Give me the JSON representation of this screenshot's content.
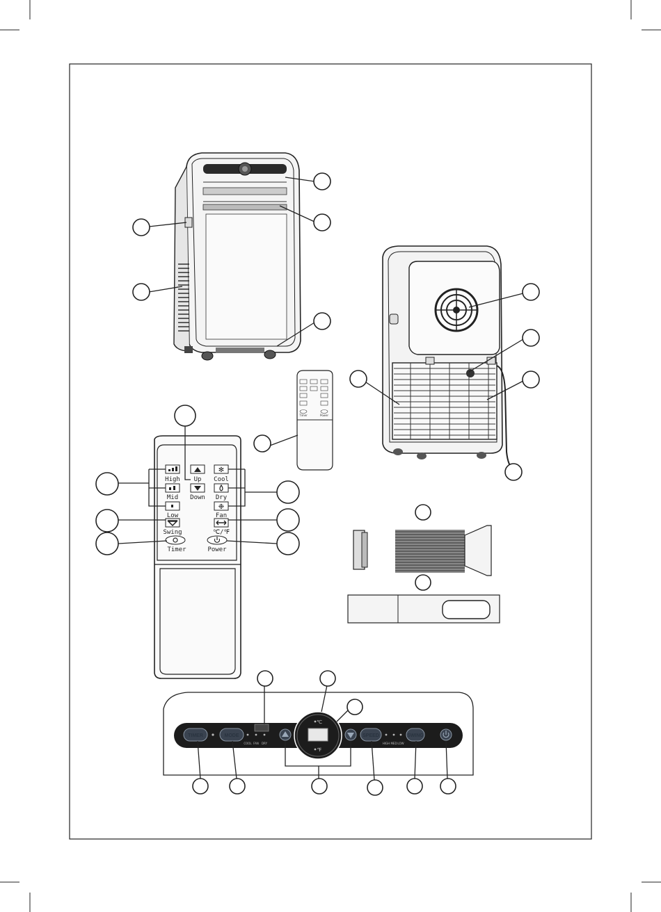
{
  "remote": {
    "high": "High",
    "mid": "Mid",
    "low": "Low",
    "up": "Up",
    "down": "Down",
    "cool": "Cool",
    "dry": "Dry",
    "fan": "Fan",
    "swing": "Swing",
    "temp_unit": "℃/℉",
    "timer": "Timer",
    "power": "Power"
  },
  "panel": {
    "timer": "TIMER",
    "mode": "MODE",
    "speed": "SPEED",
    "swing": "SWING",
    "mode_cool": "COOL",
    "mode_fan": "FAN",
    "mode_dry": "DRY",
    "speed_high": "HIGH",
    "speed_med": "MED",
    "speed_low": "LOW",
    "celsius": "℃",
    "fahrenheit": "℉"
  },
  "mini_remote": {
    "timer": "Timer",
    "power": "Power"
  }
}
